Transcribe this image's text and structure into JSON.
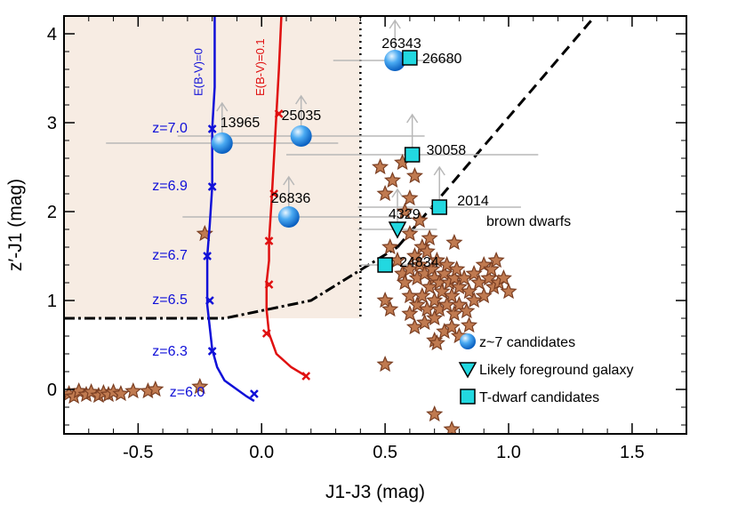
{
  "chart_data": {
    "type": "scatter",
    "xlabel": "J1-J3 (mag)",
    "ylabel": "z′-J1 (mag)",
    "xlim": [
      -0.8,
      1.72
    ],
    "ylim": [
      -0.5,
      4.2
    ],
    "x_ticks": [
      -0.5,
      0.0,
      0.5,
      1.0,
      1.5
    ],
    "x_tick_labels": [
      "-0.5",
      "0.0",
      "0.5",
      "1.0",
      "1.5"
    ],
    "y_ticks": [
      0,
      1,
      2,
      3,
      4
    ],
    "y_tick_labels": [
      "0",
      "1",
      "2",
      "3",
      "4"
    ],
    "selection_region": {
      "fill": "#f7ece3",
      "x_max": 0.4,
      "y_min": 0.8,
      "boundary_bottom": [
        [
          -0.8,
          0.8
        ],
        [
          -0.15,
          0.8
        ],
        [
          0.2,
          1.0
        ],
        [
          0.55,
          1.6
        ],
        [
          1.35,
          4.2
        ]
      ]
    },
    "tracks": [
      {
        "name": "E(B-V)=0",
        "color": "#1010d8",
        "curve": [
          [
            -0.03,
            -0.13
          ],
          [
            -0.06,
            -0.08
          ],
          [
            -0.1,
            0.0
          ],
          [
            -0.15,
            0.1
          ],
          [
            -0.18,
            0.25
          ],
          [
            -0.2,
            0.45
          ],
          [
            -0.21,
            0.7
          ],
          [
            -0.22,
            0.95
          ],
          [
            -0.22,
            1.2
          ],
          [
            -0.22,
            1.5
          ],
          [
            -0.21,
            1.85
          ],
          [
            -0.2,
            2.28
          ],
          [
            -0.2,
            2.6
          ],
          [
            -0.2,
            2.93
          ],
          [
            -0.19,
            3.4
          ],
          [
            -0.19,
            3.9
          ],
          [
            -0.19,
            4.2
          ]
        ],
        "markers": [
          [
            -0.03,
            -0.05
          ],
          [
            -0.2,
            0.43
          ],
          [
            -0.21,
            1.0
          ],
          [
            -0.22,
            1.5
          ],
          [
            -0.2,
            2.28
          ],
          [
            -0.2,
            2.93
          ]
        ],
        "marker_labels": [
          {
            "x": -0.23,
            "y": -0.02,
            "text": "z=6.0"
          },
          {
            "x": -0.3,
            "y": 0.44,
            "text": "z=6.3"
          },
          {
            "x": -0.3,
            "y": 1.02,
            "text": "z=6.5"
          },
          {
            "x": -0.3,
            "y": 1.52,
            "text": "z=6.7"
          },
          {
            "x": -0.3,
            "y": 2.3,
            "text": "z=6.9"
          },
          {
            "x": -0.3,
            "y": 2.95,
            "text": "z=7.0"
          }
        ]
      },
      {
        "name": "E(B-V)=0.1",
        "color": "#e01010",
        "curve": [
          [
            0.18,
            0.15
          ],
          [
            0.12,
            0.25
          ],
          [
            0.06,
            0.4
          ],
          [
            0.03,
            0.63
          ],
          [
            0.02,
            0.9
          ],
          [
            0.02,
            1.2
          ],
          [
            0.03,
            1.45
          ],
          [
            0.03,
            1.67
          ],
          [
            0.04,
            2.1
          ],
          [
            0.05,
            2.6
          ],
          [
            0.06,
            3.1
          ],
          [
            0.07,
            3.6
          ],
          [
            0.08,
            4.2
          ]
        ],
        "markers": [
          [
            0.18,
            0.15
          ],
          [
            0.02,
            0.63
          ],
          [
            0.03,
            1.18
          ],
          [
            0.03,
            1.67
          ],
          [
            0.05,
            2.2
          ],
          [
            0.07,
            3.1
          ]
        ]
      }
    ],
    "candidates": [
      {
        "id": "26343",
        "x": 0.54,
        "y": 3.7,
        "xerr": 0.25,
        "yerr": 0.0,
        "arrow": true
      },
      {
        "id": "13965",
        "x": -0.16,
        "y": 2.77,
        "xerr": 0.47,
        "yerr": 0.0,
        "arrow": true
      },
      {
        "id": "25035",
        "x": 0.16,
        "y": 2.85,
        "xerr": 0.5,
        "yerr": 0.0,
        "arrow": true
      },
      {
        "id": "26836",
        "x": 0.11,
        "y": 1.94,
        "xerr": 0.43,
        "yerr": 0.0,
        "arrow": true
      }
    ],
    "t_dwarfs": [
      {
        "id": "26680",
        "x": 0.6,
        "y": 3.73,
        "xerr": 0.0,
        "yerr": 0.0
      },
      {
        "id": "30058",
        "x": 0.61,
        "y": 2.64,
        "xerr": 0.51,
        "yerr": 0.0,
        "arrow": true
      },
      {
        "id": "2014",
        "x": 0.72,
        "y": 2.05,
        "xerr": 0.33,
        "yerr": 0.0,
        "arrow": true
      },
      {
        "id": "24834",
        "x": 0.5,
        "y": 1.4,
        "xerr": 0.1,
        "yerr": 0.0
      }
    ],
    "foreground": [
      {
        "id": "4329",
        "x": 0.55,
        "y": 1.8,
        "xerr": 0.16,
        "yerr": 0.0,
        "arrow": true
      }
    ],
    "brown_dwarfs": [
      [
        -0.78,
        -0.05
      ],
      [
        -0.76,
        -0.08
      ],
      [
        -0.74,
        -0.02
      ],
      [
        -0.71,
        -0.06
      ],
      [
        -0.69,
        -0.03
      ],
      [
        -0.66,
        -0.07
      ],
      [
        -0.64,
        -0.04
      ],
      [
        -0.62,
        -0.06
      ],
      [
        -0.6,
        -0.03
      ],
      [
        -0.57,
        -0.05
      ],
      [
        -0.52,
        -0.02
      ],
      [
        -0.46,
        -0.02
      ],
      [
        -0.43,
        0.0
      ],
      [
        -0.25,
        0.03
      ],
      [
        -0.23,
        1.75
      ],
      [
        0.48,
        2.5
      ],
      [
        0.5,
        2.2
      ],
      [
        0.53,
        2.35
      ],
      [
        0.57,
        2.55
      ],
      [
        0.6,
        2.15
      ],
      [
        0.62,
        2.4
      ],
      [
        0.64,
        1.9
      ],
      [
        0.58,
        2.0
      ],
      [
        0.52,
        1.6
      ],
      [
        0.6,
        1.75
      ],
      [
        0.65,
        1.6
      ],
      [
        0.68,
        1.7
      ],
      [
        0.78,
        1.65
      ],
      [
        0.55,
        1.45
      ],
      [
        0.57,
        1.3
      ],
      [
        0.6,
        1.35
      ],
      [
        0.62,
        1.5
      ],
      [
        0.63,
        1.25
      ],
      [
        0.64,
        1.4
      ],
      [
        0.66,
        1.3
      ],
      [
        0.67,
        1.55
      ],
      [
        0.68,
        1.15
      ],
      [
        0.69,
        1.35
      ],
      [
        0.7,
        1.25
      ],
      [
        0.71,
        1.45
      ],
      [
        0.72,
        1.2
      ],
      [
        0.73,
        1.1
      ],
      [
        0.74,
        1.3
      ],
      [
        0.75,
        1.4
      ],
      [
        0.76,
        1.2
      ],
      [
        0.77,
        1.05
      ],
      [
        0.78,
        1.25
      ],
      [
        0.79,
        1.35
      ],
      [
        0.8,
        1.15
      ],
      [
        0.82,
        1.25
      ],
      [
        0.84,
        1.1
      ],
      [
        0.86,
        1.3
      ],
      [
        0.88,
        1.2
      ],
      [
        0.9,
        1.05
      ],
      [
        0.92,
        1.25
      ],
      [
        0.94,
        1.15
      ],
      [
        0.96,
        1.2
      ],
      [
        0.58,
        1.2
      ],
      [
        0.6,
        1.05
      ],
      [
        0.63,
        0.95
      ],
      [
        0.65,
        1.05
      ],
      [
        0.67,
        0.9
      ],
      [
        0.7,
        1.0
      ],
      [
        0.72,
        0.9
      ],
      [
        0.75,
        0.95
      ],
      [
        0.78,
        0.85
      ],
      [
        0.8,
        0.95
      ],
      [
        0.83,
        0.88
      ],
      [
        0.86,
        1.0
      ],
      [
        0.9,
        1.4
      ],
      [
        0.93,
        1.35
      ],
      [
        0.95,
        1.45
      ],
      [
        0.98,
        1.25
      ],
      [
        1.0,
        1.1
      ],
      [
        0.6,
        0.85
      ],
      [
        0.62,
        0.7
      ],
      [
        0.66,
        0.75
      ],
      [
        0.7,
        0.8
      ],
      [
        0.74,
        0.65
      ],
      [
        0.77,
        0.7
      ],
      [
        0.8,
        0.6
      ],
      [
        0.84,
        0.72
      ],
      [
        0.5,
        1.0
      ],
      [
        0.52,
        0.9
      ],
      [
        0.7,
        0.55
      ],
      [
        0.71,
        0.52
      ],
      [
        0.5,
        0.28
      ],
      [
        0.7,
        -0.28
      ],
      [
        0.77,
        -0.45
      ]
    ],
    "annotations": {
      "brown_dwarfs_label": "brown dwarfs",
      "track1_label": "E(B-V)=0",
      "track2_label": "E(B-V)=0.1"
    },
    "legend": {
      "placement": "bottom-right",
      "entries": [
        {
          "label": "z~7 candidates",
          "symbol": "circle",
          "color": "#3aa0f0"
        },
        {
          "label": "Likely foreground galaxy",
          "symbol": "triangle-down",
          "color": "#22d8e0"
        },
        {
          "label": "T-dwarf candidates",
          "symbol": "square",
          "color": "#22d8e0"
        }
      ]
    },
    "colors": {
      "brown_dwarf_fill": "#c07a50",
      "brown_dwarf_stroke": "#7a3e22",
      "error_bar": "#b8b8b8",
      "candidate_fill": "#3aa0f0",
      "tdwarf_fill": "#22d8e0"
    }
  }
}
